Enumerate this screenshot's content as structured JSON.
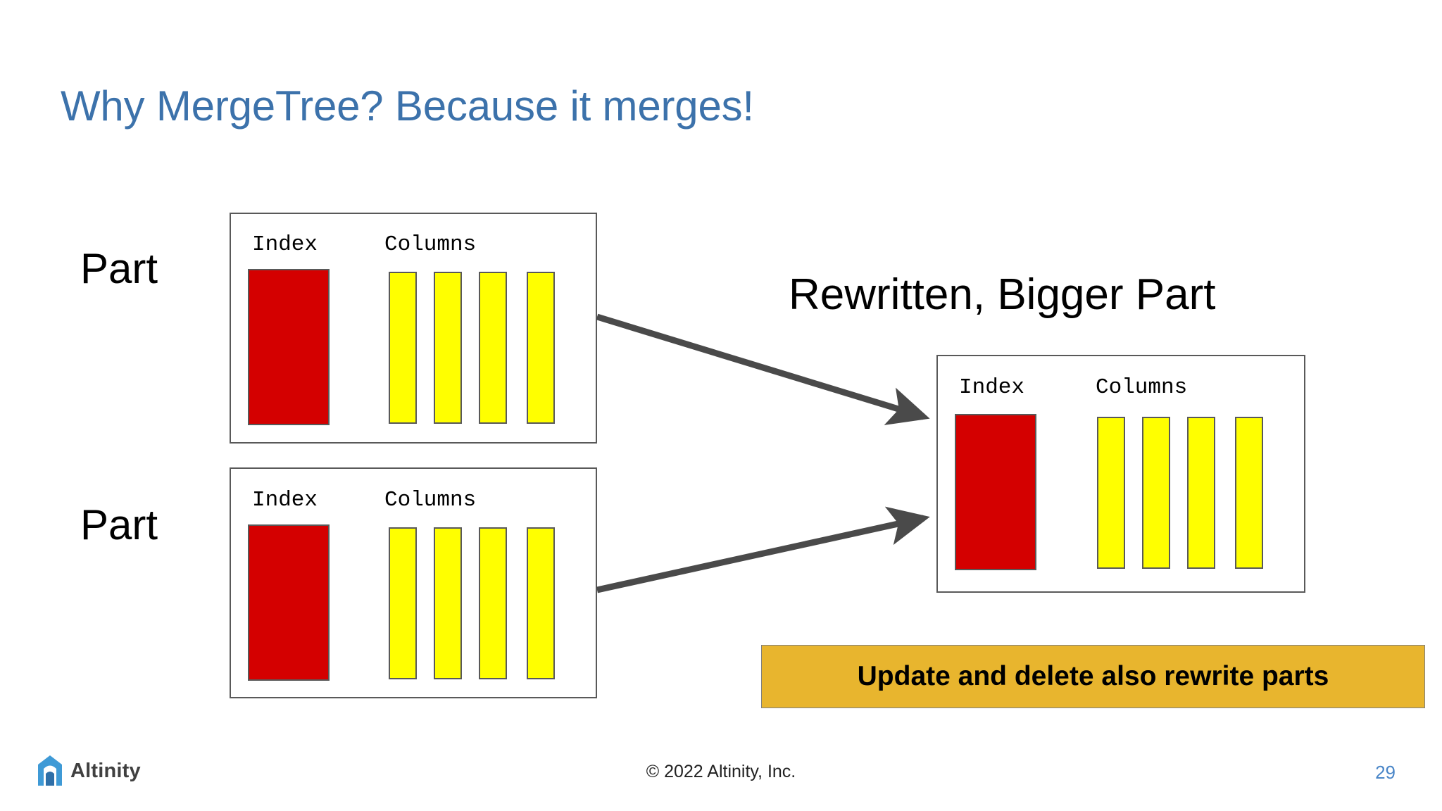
{
  "slide": {
    "title": "Why MergeTree? Because it merges!",
    "title_color": "#3c72ab",
    "background": "#ffffff"
  },
  "colors": {
    "index_block": "#D40000",
    "column_block": "#FFFF00",
    "box_border": "#595959",
    "callout_fill": "#E8B52E",
    "arrow": "#4a4a4a",
    "accent_blue": "#4a86c8"
  },
  "source_parts": [
    {
      "label": "Part",
      "index_header": "Index",
      "columns_header": "Columns",
      "column_count": 4
    },
    {
      "label": "Part",
      "index_header": "Index",
      "columns_header": "Columns",
      "column_count": 4
    }
  ],
  "target_part": {
    "heading": "Rewritten, Bigger Part",
    "index_header": "Index",
    "columns_header": "Columns",
    "column_count": 4
  },
  "callout": {
    "text": "Update and delete also rewrite parts"
  },
  "footer": {
    "brand": "Altinity",
    "copyright": "© 2022 Altinity, Inc.",
    "page_number": "29"
  }
}
